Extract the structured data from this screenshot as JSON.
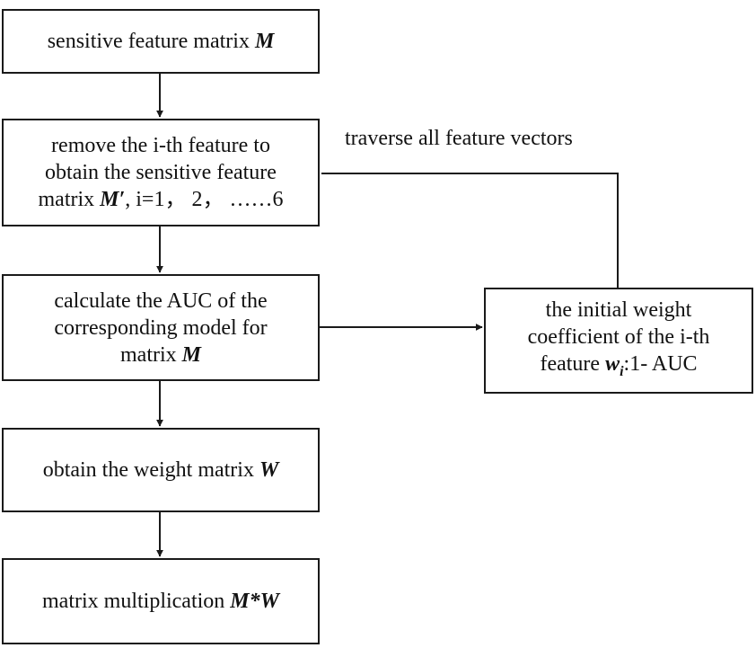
{
  "nodes": {
    "matrix_m": {
      "text": "sensitive feature matrix ",
      "var": "M"
    },
    "remove_feature": {
      "line1": "remove the i-th feature to",
      "line2": "obtain the sensitive feature",
      "line3_pre": "matrix ",
      "line3_var": "M′",
      "line3_post": ", i=1， 2， ……6"
    },
    "calc_auc": {
      "line1": "calculate the AUC of the",
      "line2": "corresponding model for",
      "line3_pre": "matrix ",
      "line3_var": "M"
    },
    "weight_matrix": {
      "text": "obtain the weight matrix ",
      "var": "W"
    },
    "multiplication": {
      "text": "matrix multiplication ",
      "var": "M*W"
    },
    "initial_weight": {
      "line1": "the initial weight",
      "line2": "coefficient of the i-th",
      "line3_pre": "feature ",
      "line3_var": "w",
      "line3_sub": "i",
      "line3_post": ":1- AUC"
    }
  },
  "loop_label": "traverse all feature vectors"
}
